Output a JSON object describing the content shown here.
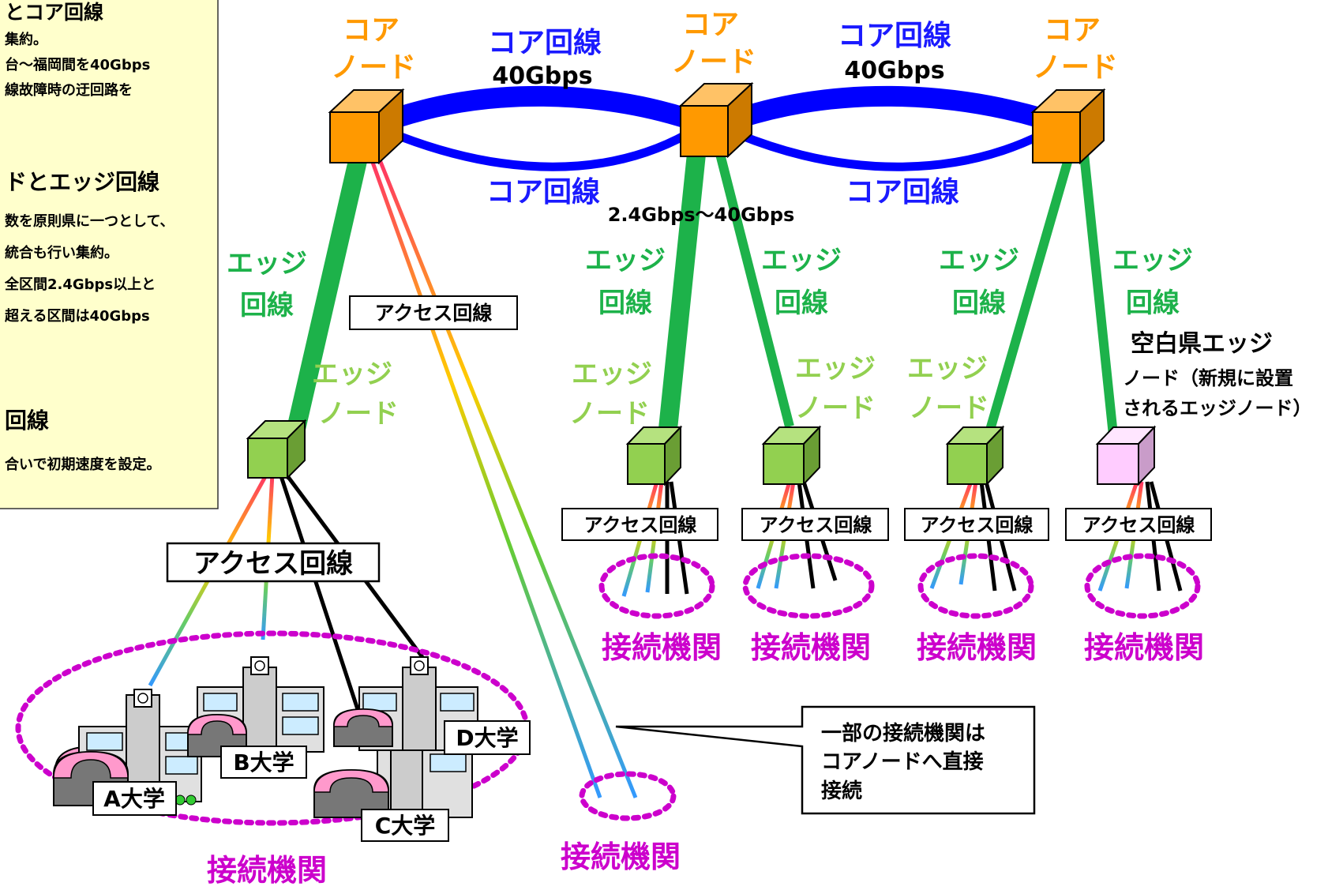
{
  "left_panel": {
    "heading_core": "とコア回線",
    "core_lines": [
      "集約。",
      "台～福岡間を40Gbps",
      "線故障時の迂回路を"
    ],
    "heading_edge": "ドとエッジ回線",
    "edge_lines": [
      "数を原則県に一つとして、",
      "統合も行い集約。",
      "全区間2.4Gbps以上と",
      "超える区間は40Gbps"
    ],
    "heading_access": "回線",
    "access_lines": [
      "合いで初期速度を設定。"
    ]
  },
  "core_nodes": {
    "label_top": "コア",
    "label_bottom": "ノード"
  },
  "core_links": {
    "label": "コア回線",
    "speed": "40Gbps",
    "mid_speed": "2.4Gbps～40Gbps"
  },
  "edge_links": {
    "label_top": "エッジ",
    "label_bottom": "回線"
  },
  "edge_nodes": {
    "label_top": "エッジ",
    "label_bottom": "ノード"
  },
  "new_edge_node": {
    "line1": "空白県エッジ",
    "line2": "ノード（新規に設置",
    "line3": "されるエッジノード）"
  },
  "access": {
    "label": "アクセス回線"
  },
  "institutions": {
    "label": "接続機関",
    "univ_a": "A大学",
    "univ_b": "B大学",
    "univ_c": "C大学",
    "univ_d": "D大学"
  },
  "callout": {
    "line1": "一部の接続機関は",
    "line2": "コアノードへ直接",
    "line3": "接続"
  },
  "colors": {
    "core_node": "#ff9900",
    "core_link": "#0000ff",
    "edge_link": "#1db24a",
    "edge_node": "#92d050",
    "new_edge_node": "#ffccff",
    "institution_ring": "#cc00cc",
    "panel_bg": "#ffffcc"
  }
}
